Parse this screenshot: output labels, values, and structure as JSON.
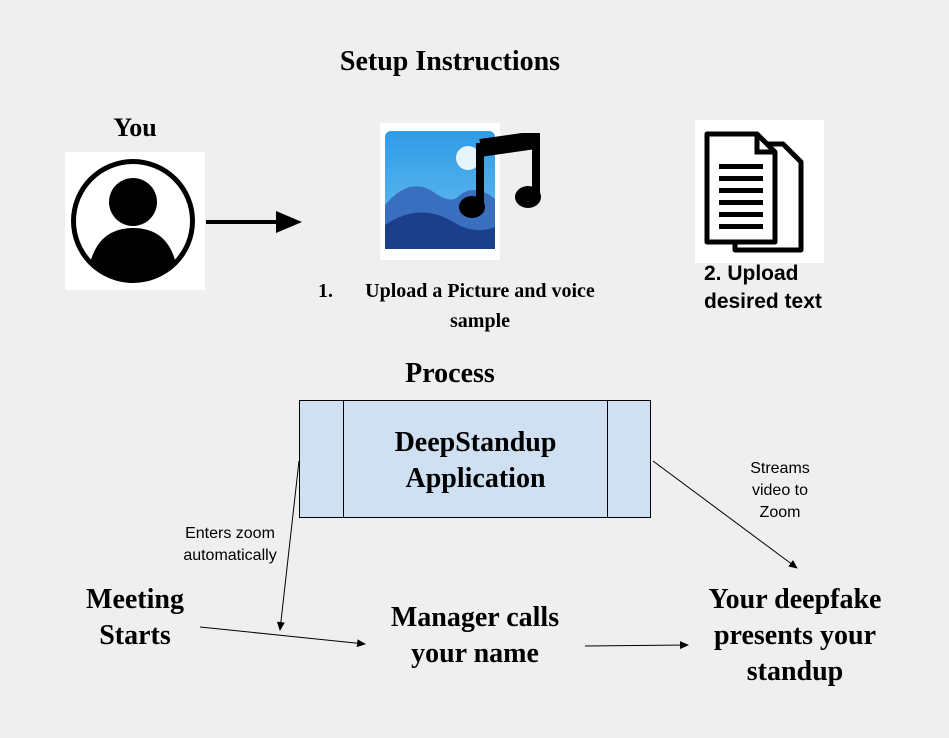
{
  "setup_title": "Setup Instructions",
  "you_label": "You",
  "step1": {
    "number": "1.",
    "text": "Upload a Picture and voice sample"
  },
  "step2": {
    "text": "2. Upload desired text"
  },
  "process_title": "Process",
  "app_label": "DeepStandup Application",
  "edge_labels": {
    "streams": "Streams video to Zoom",
    "enters": "Enters zoom automatically"
  },
  "nodes": {
    "meeting": "Meeting Starts",
    "manager": "Manager calls your name",
    "deepfake": "Your deepfake presents your standup"
  },
  "icons": [
    "user-avatar-icon",
    "photo-icon",
    "music-note-icon",
    "document-icon"
  ],
  "colors": {
    "app_box": "#cfe0f2",
    "background": "#efefef"
  }
}
